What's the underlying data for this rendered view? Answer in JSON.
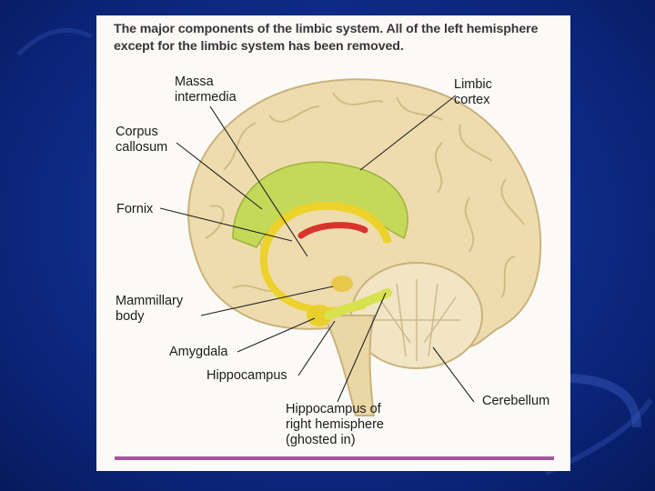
{
  "caption": "The major components of the limbic system. All of the left hemisphere except for the limbic system has been removed.",
  "labels": {
    "massa_intermedia": "Massa\nintermedia",
    "limbic_cortex": "Limbic\ncortex",
    "corpus_callosum": "Corpus\ncallosum",
    "fornix": "Fornix",
    "mammillary_body": "Mammillary\nbody",
    "amygdala": "Amygdala",
    "hippocampus": "Hippocampus",
    "hippocampus_right": "Hippocampus of\nright hemisphere\n(ghosted in)",
    "cerebellum": "Cerebellum"
  },
  "colors": {
    "slide_background": "#0f2e8c",
    "brain": "#efdcae",
    "limbic_cortex": "#c4d85a",
    "fornix": "#ecd22a",
    "massa_intermedia": "#d8332c",
    "rule": "#a455a0"
  }
}
